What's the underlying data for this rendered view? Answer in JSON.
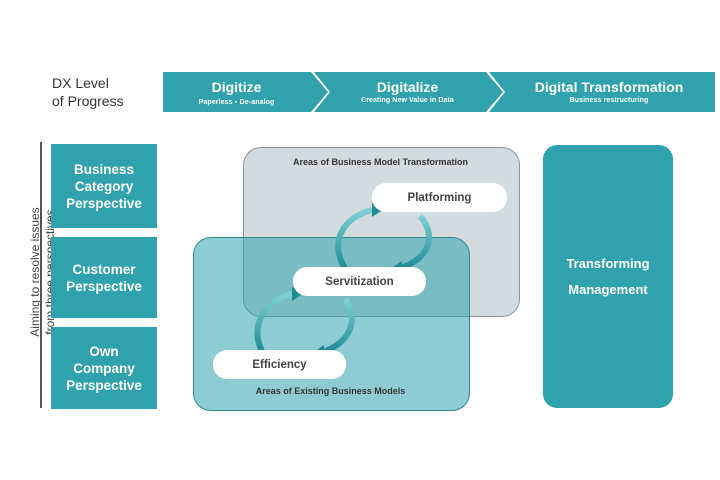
{
  "progress": {
    "label_line1": "DX Level",
    "label_line2": "of Progress",
    "stages": [
      {
        "title": "Digitize",
        "subtitle": "Paperless・De-analog"
      },
      {
        "title": "Digitalize",
        "subtitle": "Creating New Value in Data"
      },
      {
        "title": "Digital Transformation",
        "subtitle": "Business restructuring"
      }
    ]
  },
  "side_caption": {
    "line1": "Aiming to resolve issues",
    "line2": "from three perspectives"
  },
  "perspectives": [
    {
      "lines": [
        "Business",
        "Category",
        "Perspective"
      ]
    },
    {
      "lines": [
        "Customer",
        "Perspective"
      ]
    },
    {
      "lines": [
        "Own",
        "Company",
        "Perspective"
      ]
    }
  ],
  "areas": {
    "transformation_title": "Areas of Business Model Transformation",
    "existing_title": "Areas of Existing Business Models"
  },
  "steps": {
    "platforming": "Platforming",
    "servitization": "Servitization",
    "efficiency": "Efficiency"
  },
  "management": {
    "line1": "Transforming",
    "line2": "Management"
  },
  "colors": {
    "accent": "#2fa2ad",
    "area_transformation": "#d4dbdf",
    "area_existing": "#8ccbd1"
  }
}
